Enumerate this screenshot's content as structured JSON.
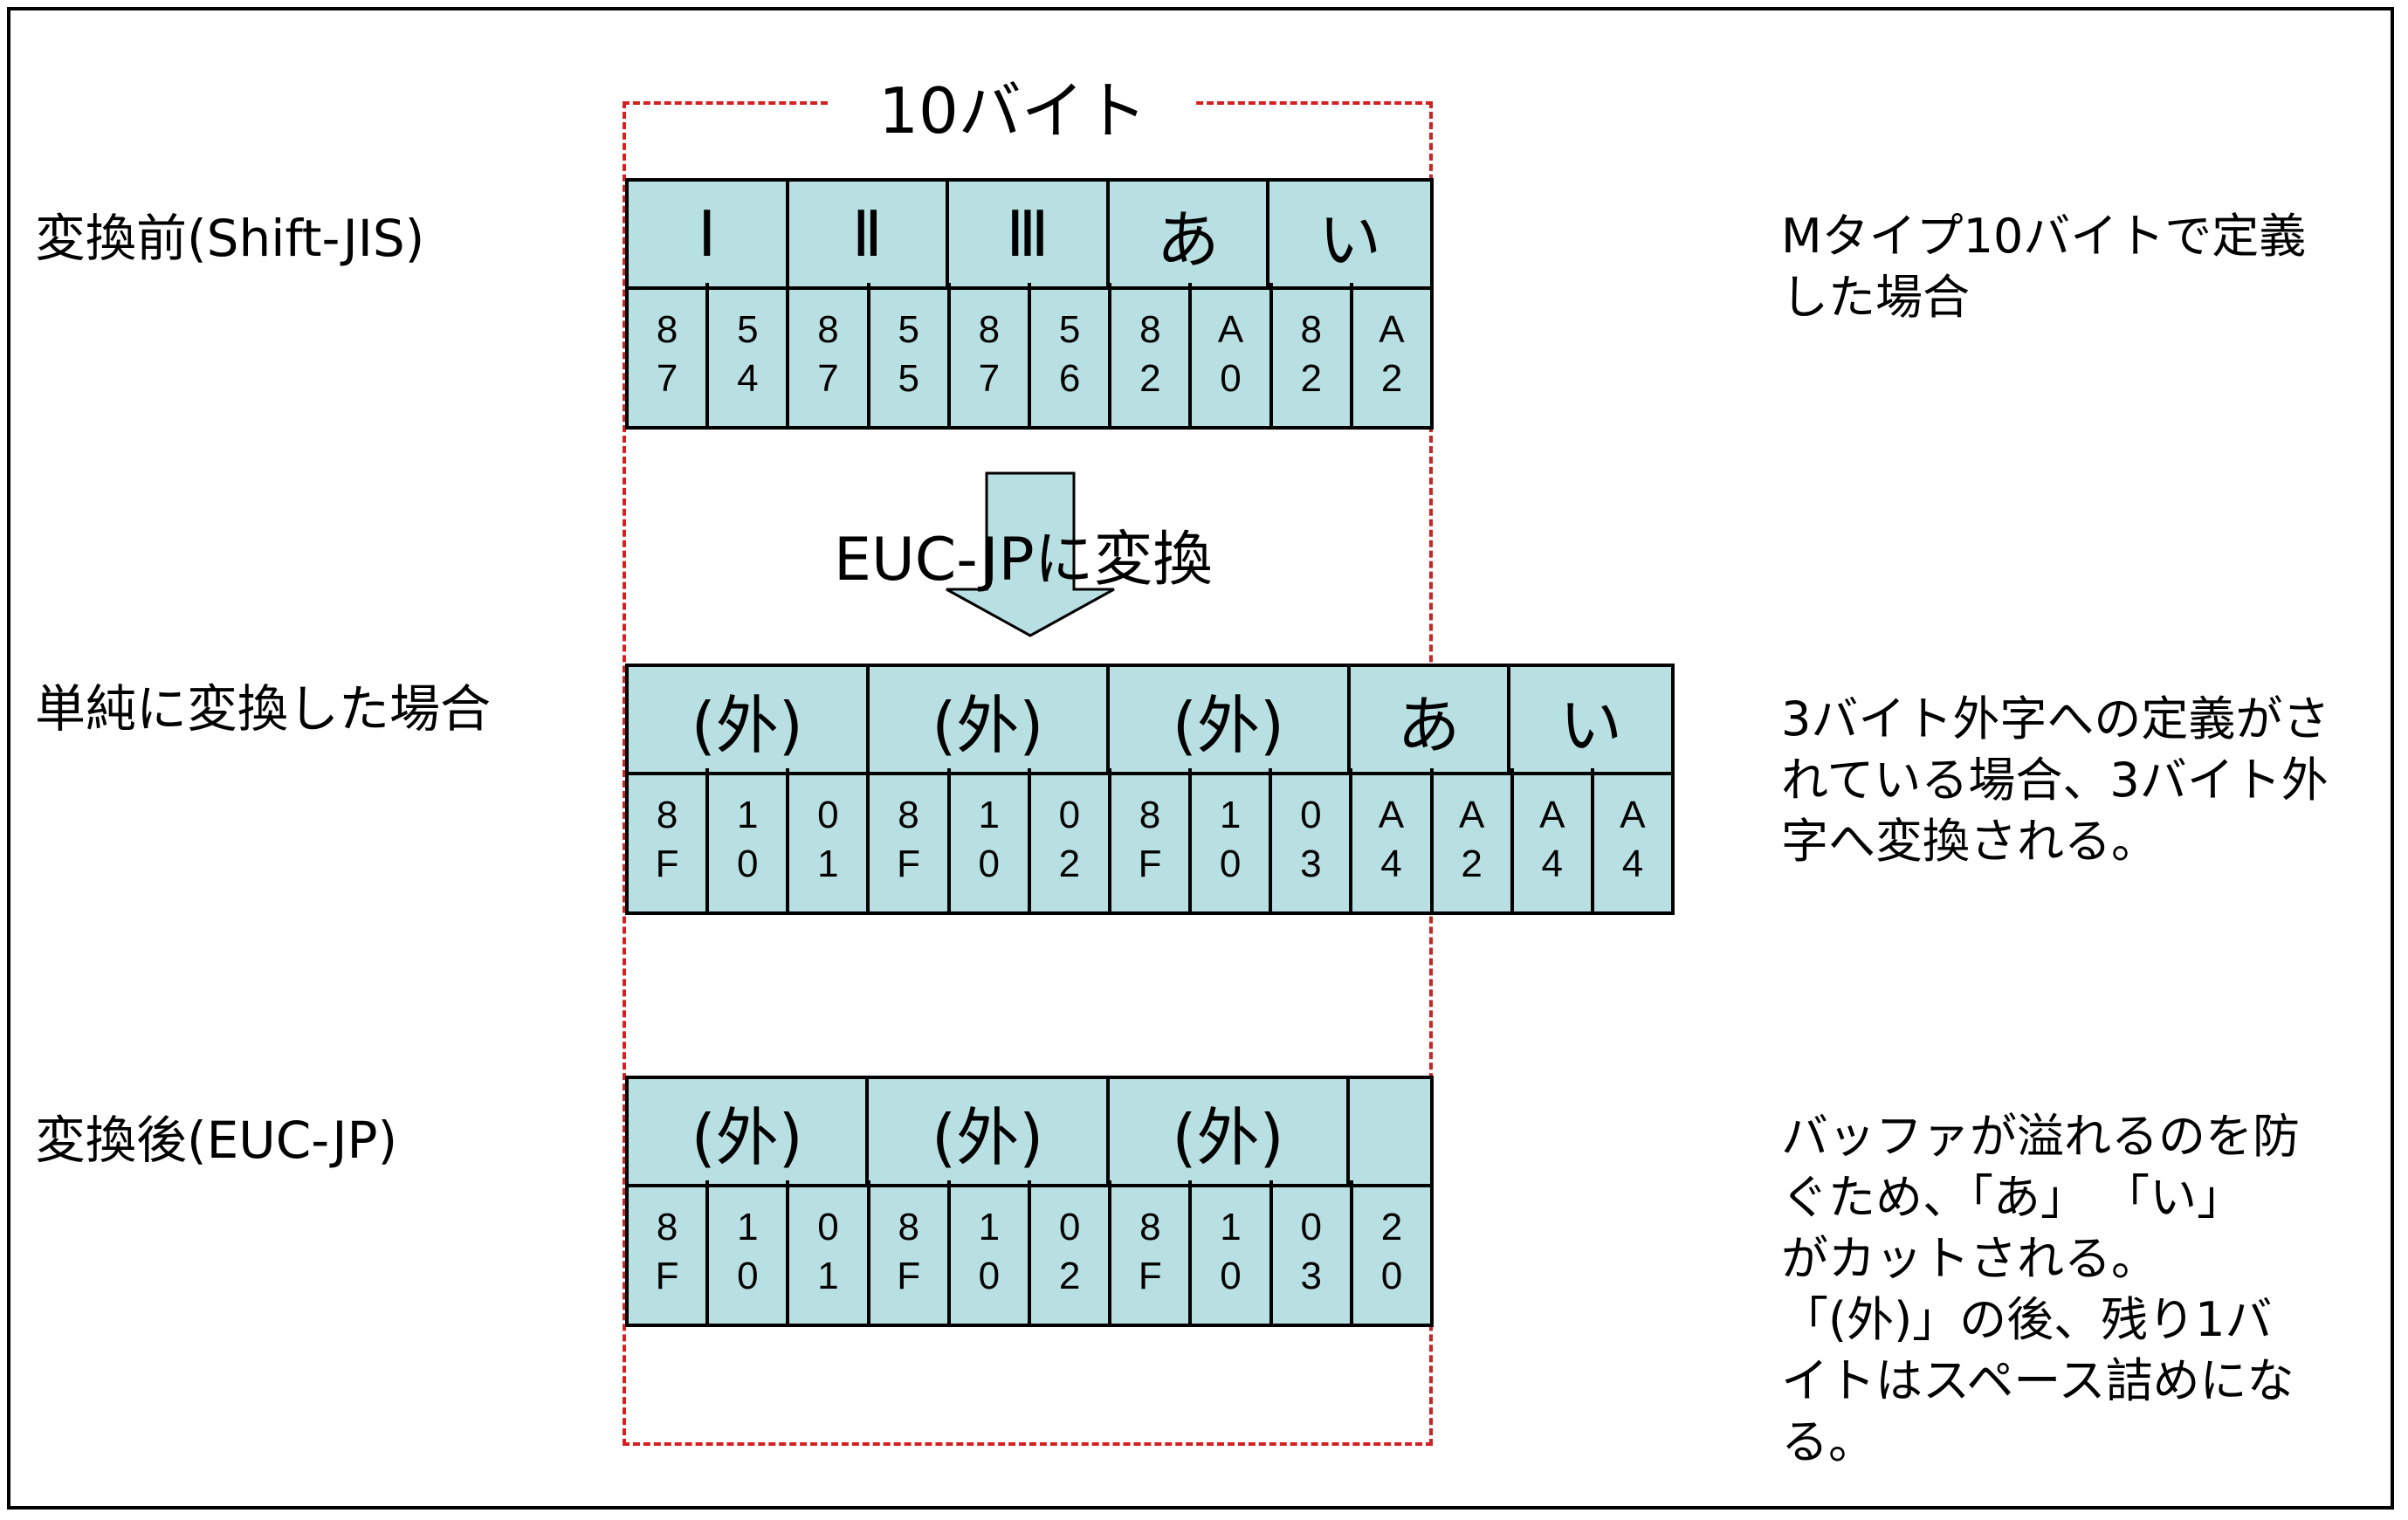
{
  "width_label": "10バイト",
  "arrow_label": "EUC-JPに変換",
  "rows": [
    {
      "label": "変換前(Shift-JIS)",
      "note_lines": [
        "Mタイプ10バイトで定義",
        "した場合"
      ],
      "chars": [
        {
          "text": "Ⅰ",
          "bytes": 2
        },
        {
          "text": "Ⅱ",
          "bytes": 2
        },
        {
          "text": "Ⅲ",
          "bytes": 2
        },
        {
          "text": "あ",
          "bytes": 2
        },
        {
          "text": "い",
          "bytes": 2
        }
      ],
      "bytes": [
        [
          "8",
          "7"
        ],
        [
          "5",
          "4"
        ],
        [
          "8",
          "7"
        ],
        [
          "5",
          "5"
        ],
        [
          "8",
          "7"
        ],
        [
          "5",
          "6"
        ],
        [
          "8",
          "2"
        ],
        [
          "A",
          "0"
        ],
        [
          "8",
          "2"
        ],
        [
          "A",
          "2"
        ]
      ]
    },
    {
      "label": "単純に変換した場合",
      "note_lines": [
        "3バイト外字への定義がさ",
        "れている場合、3バイト外",
        "字へ変換される。"
      ],
      "chars": [
        {
          "text": "(外)",
          "bytes": 3
        },
        {
          "text": "(外)",
          "bytes": 3
        },
        {
          "text": "(外)",
          "bytes": 3
        },
        {
          "text": "あ",
          "bytes": 2
        },
        {
          "text": "い",
          "bytes": 2
        }
      ],
      "bytes": [
        [
          "8",
          "F"
        ],
        [
          "1",
          "0"
        ],
        [
          "0",
          "1"
        ],
        [
          "8",
          "F"
        ],
        [
          "1",
          "0"
        ],
        [
          "0",
          "2"
        ],
        [
          "8",
          "F"
        ],
        [
          "1",
          "0"
        ],
        [
          "0",
          "3"
        ],
        [
          "A",
          "4"
        ],
        [
          "A",
          "2"
        ],
        [
          "A",
          "4"
        ],
        [
          "A",
          "4"
        ]
      ]
    },
    {
      "label": "変換後(EUC-JP)",
      "note_lines": [
        "バッファが溢れるのを防",
        "ぐため、「あ」 「い」",
        "がカットされる。",
        "「(外)」の後、残り1バ",
        "イトはスペース詰めにな",
        "る。"
      ],
      "chars": [
        {
          "text": "(外)",
          "bytes": 3
        },
        {
          "text": "(外)",
          "bytes": 3
        },
        {
          "text": "(外)",
          "bytes": 3
        },
        {
          "text": "",
          "bytes": 1
        }
      ],
      "bytes": [
        [
          "8",
          "F"
        ],
        [
          "1",
          "0"
        ],
        [
          "0",
          "1"
        ],
        [
          "8",
          "F"
        ],
        [
          "1",
          "0"
        ],
        [
          "0",
          "2"
        ],
        [
          "8",
          "F"
        ],
        [
          "1",
          "0"
        ],
        [
          "0",
          "3"
        ],
        [
          "2",
          "0"
        ]
      ]
    }
  ]
}
